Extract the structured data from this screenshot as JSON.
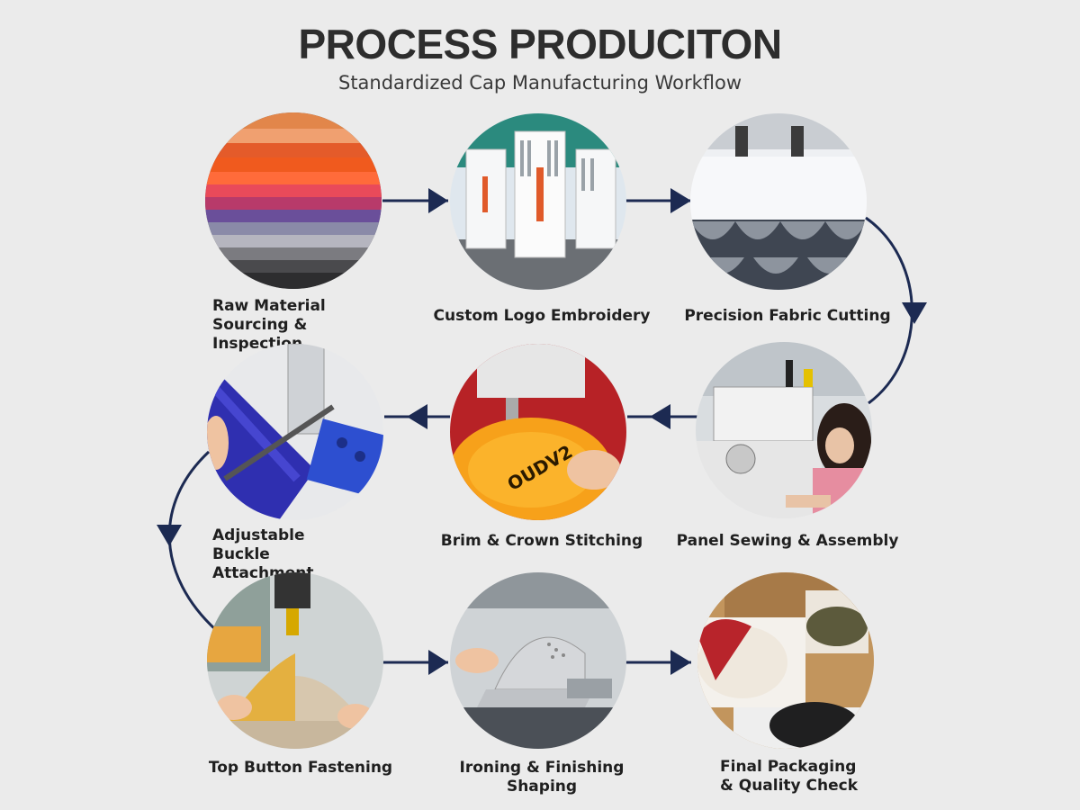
{
  "header": {
    "title": "PROCESS PRODUCITON",
    "subtitle": "Standardized Cap Manufacturing Workflow"
  },
  "colors": {
    "background": "#ebebeb",
    "arrow": "#1c2a52",
    "title": "#2d2d2d"
  },
  "steps": [
    {
      "label": "Raw Material Sourcing & Inspection",
      "image": "fabric-rolls-photo"
    },
    {
      "label": "Custom Logo Embroidery",
      "image": "embroidery-machine-photo"
    },
    {
      "label": "Precision Fabric Cutting",
      "image": "fabric-cutting-photo"
    },
    {
      "label": "Panel Sewing & Assembly",
      "image": "sewing-worker-photo"
    },
    {
      "label": "Brim & Crown Stitching",
      "image": "cap-stitching-photo"
    },
    {
      "label": "Adjustable Buckle Attachment",
      "image": "buckle-attachment-photo"
    },
    {
      "label": "Top Button Fastening",
      "image": "button-press-photo"
    },
    {
      "label": "Ironing & Finishing Shaping",
      "image": "ironing-cap-photo"
    },
    {
      "label": "Final Packaging & Quality Check",
      "image": "packaged-caps-photo"
    }
  ]
}
